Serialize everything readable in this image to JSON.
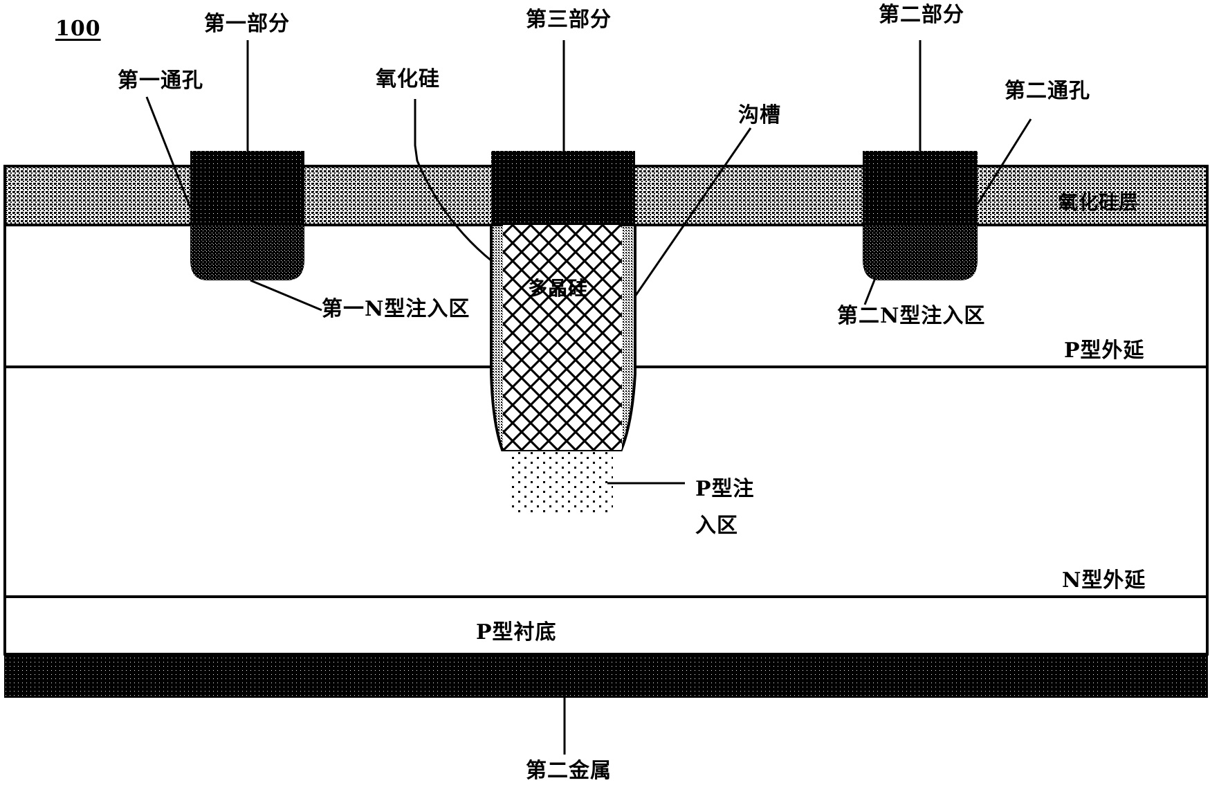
{
  "figure": {
    "number": "100",
    "type": "semiconductor cross-section"
  },
  "layers": [
    {
      "id": "oxide",
      "label": "氧化硅层"
    },
    {
      "id": "p_epi",
      "label": "P型外延"
    },
    {
      "id": "n_epi",
      "label": "N型外延"
    },
    {
      "id": "p_sub",
      "label": "P型衬底"
    },
    {
      "id": "metal2",
      "label": "第二金属"
    }
  ],
  "callouts": {
    "part1": "第一部分",
    "part2": "第二部分",
    "part3": "第三部分",
    "via1": "第一通孔",
    "via2": "第二通孔",
    "oxide_liner": "氧化硅",
    "trench": "沟槽",
    "polysilicon": "多晶硅",
    "n_implant1": "第一N型注入区",
    "n_implant2": "第二N型注入区",
    "p_implant_line1": "P型注",
    "p_implant_line2": "入区"
  },
  "colors": {
    "ink": "#000000",
    "background": "#ffffff",
    "oxide_fill": "#8a8a8a",
    "metal_fill": "#141414",
    "implant_fill": "#2a2a2a"
  }
}
